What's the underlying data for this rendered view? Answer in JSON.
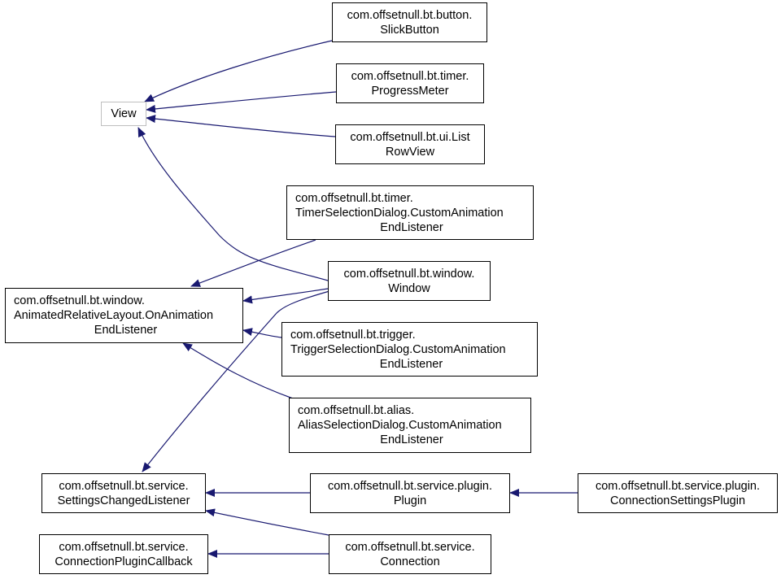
{
  "colors": {
    "edge": "#191970",
    "node_border": "#000000",
    "external_border": "#bfbfbf"
  },
  "nodes": {
    "view": {
      "lines": [
        "View"
      ]
    },
    "slick_button": {
      "lines": [
        "com.offsetnull.bt.button.",
        "SlickButton"
      ]
    },
    "progress_meter": {
      "lines": [
        "com.offsetnull.bt.timer.",
        "ProgressMeter"
      ]
    },
    "list_row_view": {
      "lines": [
        "com.offsetnull.bt.ui.List",
        "RowView"
      ]
    },
    "timer_listener": {
      "lines": [
        "com.offsetnull.bt.timer.",
        "TimerSelectionDialog.CustomAnimation",
        "EndListener"
      ]
    },
    "window": {
      "lines": [
        "com.offsetnull.bt.window.",
        "Window"
      ]
    },
    "on_animation_end_listener": {
      "lines": [
        "com.offsetnull.bt.window.",
        "AnimatedRelativeLayout.OnAnimation",
        "EndListener"
      ]
    },
    "trigger_listener": {
      "lines": [
        "com.offsetnull.bt.trigger.",
        "TriggerSelectionDialog.CustomAnimation",
        "EndListener"
      ]
    },
    "alias_listener": {
      "lines": [
        "com.offsetnull.bt.alias.",
        "AliasSelectionDialog.CustomAnimation",
        "EndListener"
      ]
    },
    "settings_changed_listener": {
      "lines": [
        "com.offsetnull.bt.service.",
        "SettingsChangedListener"
      ]
    },
    "plugin": {
      "lines": [
        "com.offsetnull.bt.service.plugin.",
        "Plugin"
      ]
    },
    "connection_settings_plugin": {
      "lines": [
        "com.offsetnull.bt.service.plugin.",
        "ConnectionSettingsPlugin"
      ]
    },
    "connection_plugin_callback": {
      "lines": [
        "com.offsetnull.bt.service.",
        "ConnectionPluginCallback"
      ]
    },
    "connection": {
      "lines": [
        "com.offsetnull.bt.service.",
        "Connection"
      ]
    }
  }
}
